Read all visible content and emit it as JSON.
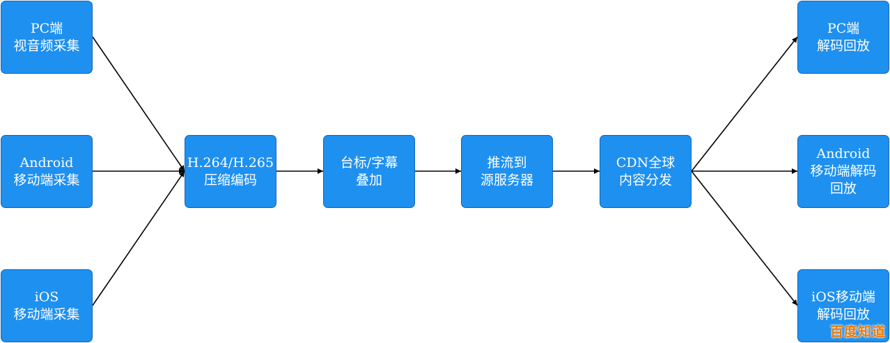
{
  "nodes": {
    "pc_capture": [
      "PC端",
      "视音频采集"
    ],
    "android_capture": [
      "Android",
      "移动端采集"
    ],
    "ios_capture": [
      "iOS",
      "移动端采集"
    ],
    "encode": [
      "H.264/H.265",
      "压缩编码"
    ],
    "overlay": [
      "台标/字幕",
      "叠加"
    ],
    "push": [
      "推流到",
      "源服务器"
    ],
    "cdn": [
      "CDN全球",
      "内容分发"
    ],
    "pc_playback": [
      "PC端",
      "解码回放"
    ],
    "android_playback": [
      "Android",
      "移动端解码",
      "回放"
    ],
    "ios_playback": [
      "iOS移动端",
      "解码回放"
    ]
  },
  "watermark": "百度知道",
  "colors": {
    "node_fill": "#1e90f0",
    "node_border": "#1565b8",
    "node_text": "#ffffff",
    "edge": "#000000",
    "watermark": "#f07800"
  }
}
